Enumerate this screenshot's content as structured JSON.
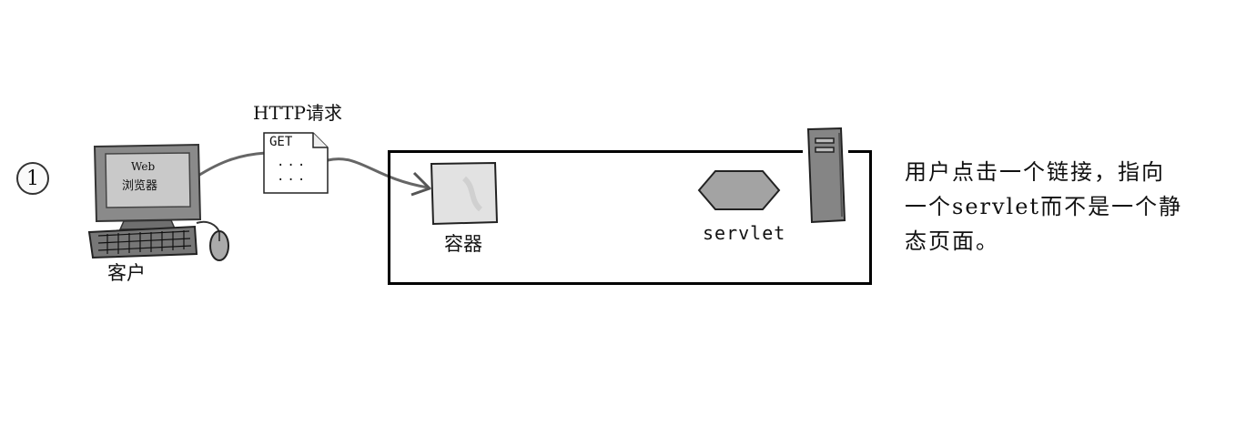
{
  "step": {
    "number": "1"
  },
  "client": {
    "label": "客户",
    "browser_name": "Web",
    "browser_label": "浏览器"
  },
  "request": {
    "label": "HTTP请求",
    "method": "GET",
    "line1": "...",
    "line2": "..."
  },
  "server": {
    "container_label": "容器",
    "servlet_label": "servlet"
  },
  "description": {
    "line1": "用户点击一个链接，指向",
    "line2": "一个servlet而不是一个静",
    "line3": "态页面。"
  }
}
